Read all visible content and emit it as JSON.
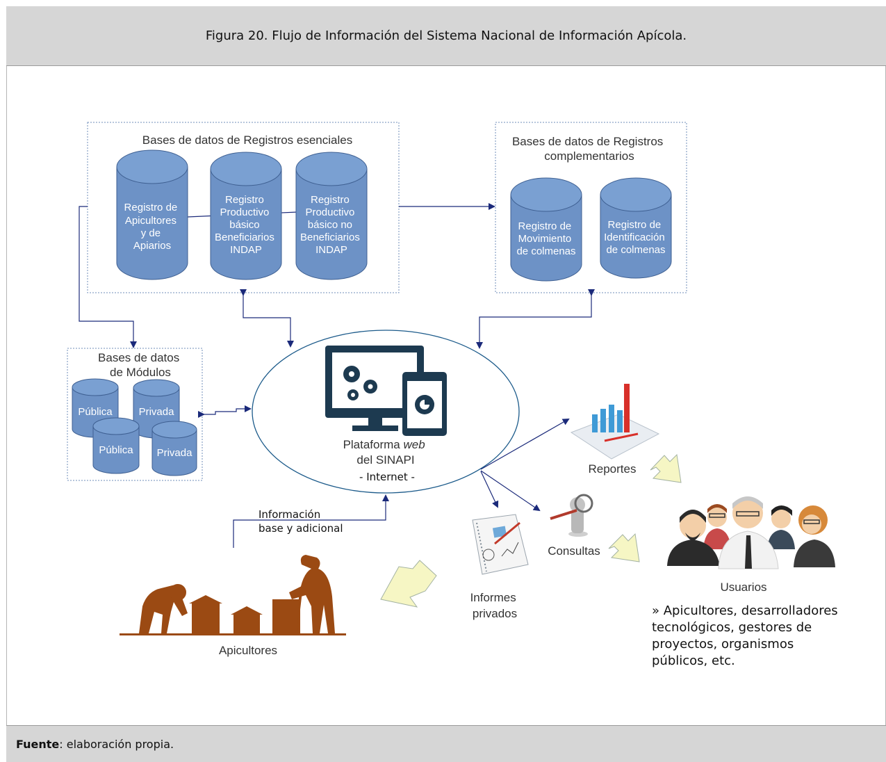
{
  "figure": {
    "title": "Figura 20. Flujo de Información del Sistema Nacional de Información Apícola.",
    "source_label": "Fuente",
    "source_text": ": elaboración propia."
  },
  "colors": {
    "cylinder_fill": "#6d92c6",
    "cylinder_stroke": "#3e5f91",
    "arrow": "#1b2a7a",
    "dashed_border": "#6f8db8",
    "monitor": "#1d3a50",
    "beekeeper": "#9b4a13",
    "big_arrow_fill": "#f6f6c4"
  },
  "essential": {
    "title": "Bases de datos de Registros esenciales",
    "cyl1": [
      "Registro de",
      "Apicultores",
      "y de",
      "Apiarios"
    ],
    "cyl2": [
      "Registro",
      "Productivo",
      "básico",
      "Beneficiarios",
      "INDAP"
    ],
    "cyl3": [
      "Registro",
      "Productivo",
      "básico no",
      "Beneficiarios",
      "INDAP"
    ]
  },
  "complementary": {
    "title_line1": "Bases de datos de Registros",
    "title_line2": "complementarios",
    "cyl1": [
      "Registro de",
      "Movimiento",
      "de colmenas"
    ],
    "cyl2": [
      "Registro de",
      "Identificación",
      "de colmenas"
    ]
  },
  "modules": {
    "title_line1": "Bases de datos",
    "title_line2": "de Módulos",
    "cyl1": "Pública",
    "cyl2": "Privada",
    "cyl3": "Pública",
    "cyl4": "Privada"
  },
  "platform": {
    "label_prefix": "Plataforma ",
    "label_italic": "web",
    "line2": "del SINAPI",
    "line3": "- Internet -"
  },
  "outputs": {
    "reportes": "Reportes",
    "consultas": "Consultas",
    "informes_line1": "Informes",
    "informes_line2": "privados"
  },
  "input_label": {
    "line1": "Información",
    "line2": "base y adicional"
  },
  "apicultores": "Apicultores",
  "usuarios": {
    "title": "Usuarios",
    "lines": [
      "» Apicultores, desarrolladores",
      "tecnológicos, gestores de",
      "proyectos, organismos",
      "públicos, etc."
    ]
  }
}
